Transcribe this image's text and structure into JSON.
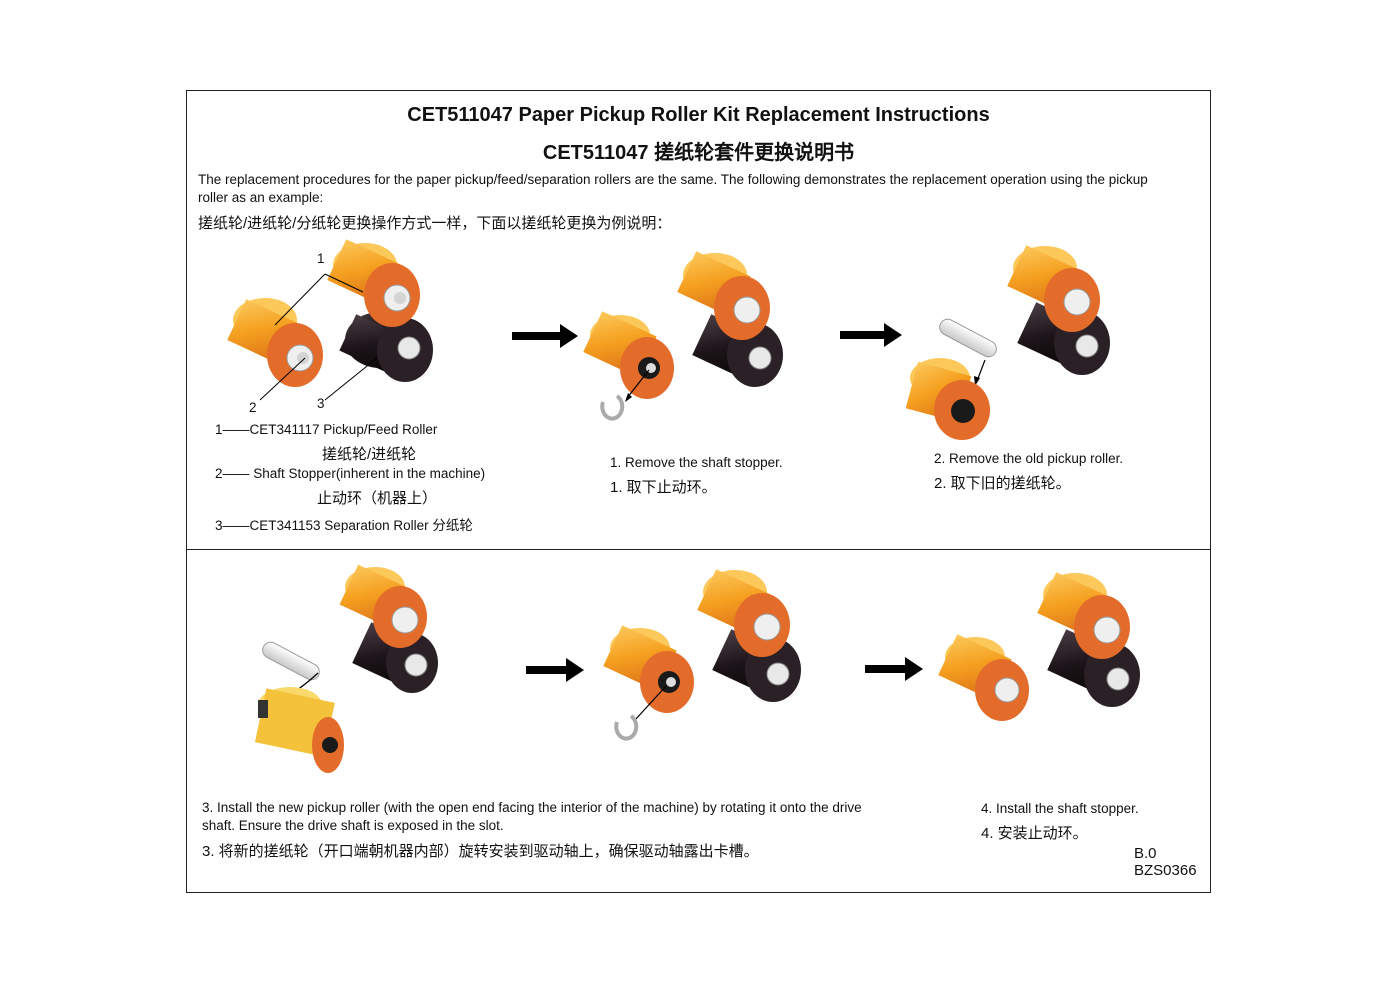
{
  "title_en": "CET511047 Paper Pickup Roller Kit Replacement Instructions",
  "title_cn": "CET511047 搓纸轮套件更换说明书",
  "intro_en": "The replacement procedures for the paper pickup/feed/separation rollers are the same. The following demonstrates the replacement operation using the pickup roller as an example:",
  "intro_cn": "搓纸轮/进纸轮/分纸轮更换操作方式一样，下面以搓纸轮更换为例说明：",
  "callouts": {
    "c1": "1",
    "c2": "2",
    "c3": "3"
  },
  "legend": {
    "l1": "1——CET341117 Pickup/Feed Roller",
    "l1_cn": "搓纸轮/进纸轮",
    "l2": "2—— Shaft Stopper(inherent in the machine)",
    "l2_cn": "止动环（机器上）",
    "l3": "3——CET341153 Separation Roller 分纸轮"
  },
  "steps": {
    "s1_en": "1. Remove the shaft stopper.",
    "s1_cn": "1. 取下止动环。",
    "s2_en": "2. Remove the old pickup roller.",
    "s2_cn": "2. 取下旧的搓纸轮。",
    "s3_en_line1": "3. Install the new pickup roller (with the open end facing the interior of the machine) by rotating it onto the drive",
    "s3_en_line2": "shaft. Ensure the drive shaft is exposed in the slot.",
    "s3_cn": "3. 将新的搓纸轮（开口端朝机器内部）旋转安装到驱动轴上，确保驱动轴露出卡槽。",
    "s4_en": "4. Install the shaft stopper.",
    "s4_cn": "4. 安装止动环。"
  },
  "doc_version": "B.0",
  "doc_code": "BZS0366",
  "colors": {
    "roller_orange": "#f5a020",
    "roller_dark_orange": "#e0692a",
    "separation_black": "#1c1418",
    "arrow": "#000000"
  }
}
